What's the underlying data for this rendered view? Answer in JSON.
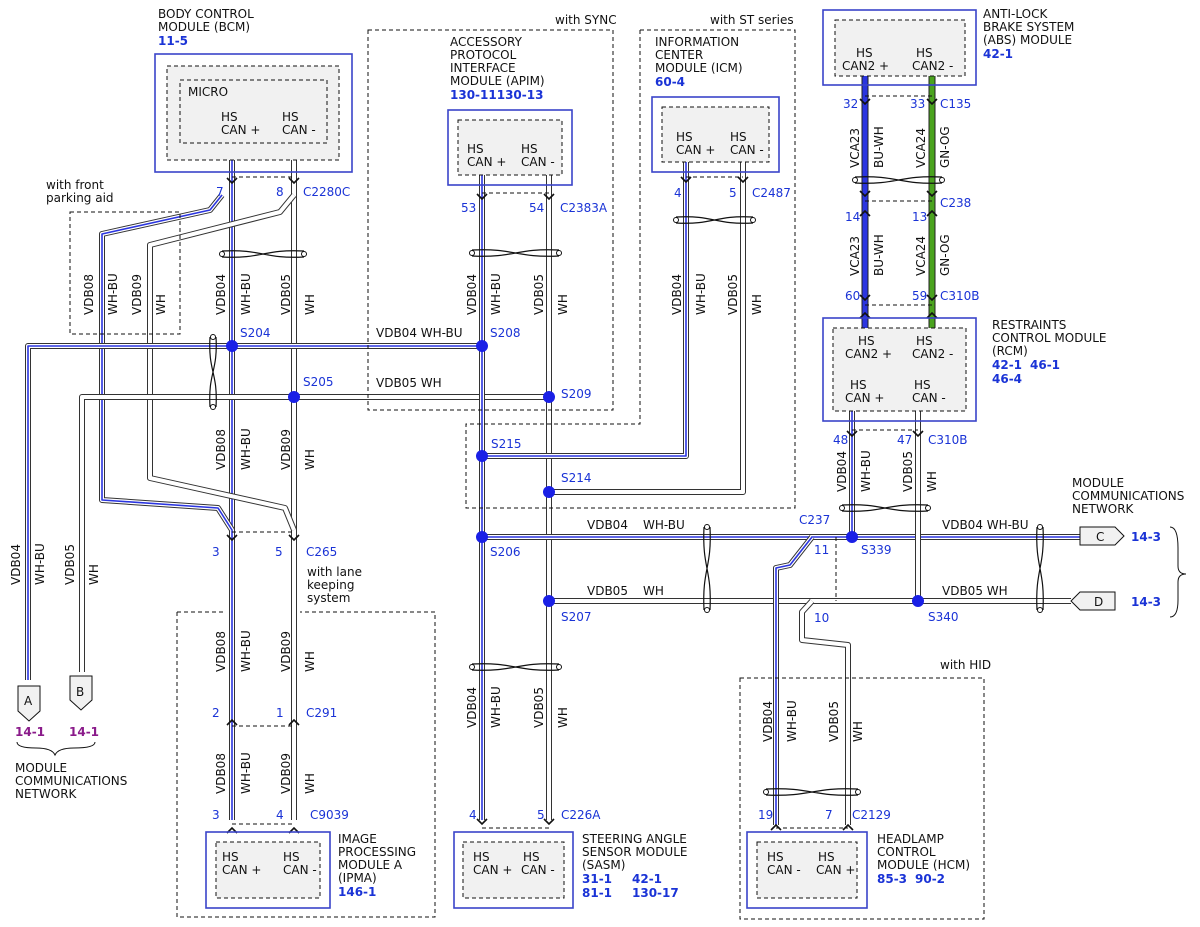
{
  "colors": {
    "wire_blue": "#2b35e0",
    "wire_green": "#4aa31e",
    "label_blue": "#1a33d6",
    "label_purple": "#8a1a8a"
  },
  "modules": {
    "bcm": {
      "title": [
        "BODY CONTROL",
        "MODULE (BCM)"
      ],
      "ref": "11-5",
      "micro": "MICRO",
      "hs_a": "HS",
      "can_a": "CAN +",
      "hs_b": "HS",
      "can_b": "CAN -"
    },
    "apim": {
      "title": [
        "ACCESSORY",
        "PROTOCOL",
        "INTERFACE",
        "MODULE (APIM)"
      ],
      "ref": "130-11130-13",
      "option": "with SYNC",
      "hs_a": "HS",
      "can_a": "CAN +",
      "hs_b": "HS",
      "can_b": "CAN -"
    },
    "icm": {
      "title": [
        "INFORMATION",
        "CENTER",
        "MODULE (ICM)"
      ],
      "ref": "60-4",
      "option": "with ST series",
      "hs_a": "HS",
      "can_a": "CAN +",
      "hs_b": "HS",
      "can_b": "CAN -"
    },
    "abs": {
      "title": [
        "ANTI-LOCK",
        "BRAKE SYSTEM",
        "(ABS) MODULE"
      ],
      "ref": "42-1",
      "hs_a": "HS",
      "can_a": "CAN2 +",
      "hs_b": "HS",
      "can_b": "CAN2 -"
    },
    "rcm": {
      "title": [
        "RESTRAINTS",
        "CONTROL MODULE",
        "(RCM)"
      ],
      "ref1": "42-1",
      "ref2": "46-1",
      "ref3": "46-4",
      "hs_a": "HS",
      "can_a": "CAN2 +",
      "hs_b": "HS",
      "can_b": "CAN2 -",
      "hs_c": "HS",
      "can_c": "CAN +",
      "hs_d": "HS",
      "can_d": "CAN -"
    },
    "ipma": {
      "title": [
        "IMAGE",
        "PROCESSING",
        "MODULE A",
        "(IPMA)"
      ],
      "ref": "146-1",
      "option": [
        "with lane",
        "keeping",
        "system"
      ],
      "hs_a": "HS",
      "can_a": "CAN +",
      "hs_b": "HS",
      "can_b": "CAN -"
    },
    "sasm": {
      "title": [
        "STEERING ANGLE",
        "SENSOR MODULE",
        "(SASM)"
      ],
      "ref1": "31-1",
      "ref2": "42-1",
      "ref3": "81-1",
      "ref4": "130-17",
      "hs_a": "HS",
      "can_a": "CAN +",
      "hs_b": "HS",
      "can_b": "CAN -"
    },
    "hcm": {
      "title": [
        "HEADLAMP",
        "CONTROL",
        "MODULE (HCM)"
      ],
      "ref1": "85-3",
      "ref2": "90-2",
      "option": "with HID",
      "hs_a": "HS",
      "can_a": "CAN -",
      "hs_b": "HS",
      "can_b": "CAN +"
    }
  },
  "front_parking_aid": {
    "label": [
      "with front",
      "parking aid"
    ]
  },
  "connectors": {
    "c2280c": "C2280C",
    "c2383a": "C2383A",
    "c2487": "C2487",
    "c135": "C135",
    "c238": "C238",
    "c310b_top": "C310B",
    "c310b_bot": "C310B",
    "c237": "C237",
    "c265": "C265",
    "c291": "C291",
    "c9039": "C9039",
    "c226a": "C226A",
    "c2129": "C2129"
  },
  "pins": {
    "bcm_7": "7",
    "bcm_8": "8",
    "apim_53": "53",
    "apim_54": "54",
    "icm_4": "4",
    "icm_5": "5",
    "abs_32": "32",
    "abs_33": "33",
    "c238_14": "14",
    "c238_13": "13",
    "rcm_60": "60",
    "rcm_59": "59",
    "rcm_48": "48",
    "rcm_47": "47",
    "c237_11": "11",
    "c237_10": "10",
    "c265_3": "3",
    "c265_5": "5",
    "c291_2": "2",
    "c291_1": "1",
    "c9039_3": "3",
    "c9039_4": "4",
    "c226a_4": "4",
    "c226a_5": "5",
    "c2129_19": "19",
    "c2129_7": "7"
  },
  "splices": {
    "s204": "S204",
    "s205": "S205",
    "s208": "S208",
    "s209": "S209",
    "s215": "S215",
    "s214": "S214",
    "s206": "S206",
    "s207": "S207",
    "s339": "S339",
    "s340": "S340"
  },
  "wires": {
    "vdb04": "VDB04",
    "vdb05": "VDB05",
    "vdb08": "VDB08",
    "vdb09": "VDB09",
    "vca23": "VCA23",
    "vca24": "VCA24",
    "wh_bu": "WH-BU",
    "wh": "WH",
    "bu_wh": "BU-WH",
    "gn_og": "GN-OG",
    "vdb04_wh_bu": "VDB04 WH-BU",
    "vdb05_wh": "VDB05 WH",
    "vdb04_sp": "VDB04",
    "wh_bu_sp": "WH-BU",
    "vdb05_sp": "VDB05",
    "wh_sp": "WH"
  },
  "network_right": {
    "label": [
      "MODULE",
      "COMMUNICATIONS",
      "NETWORK"
    ],
    "conn_c": "C",
    "conn_d": "D",
    "ref_c": "14-3",
    "ref_d": "14-3"
  },
  "network_left": {
    "label": [
      "MODULE",
      "COMMUNICATIONS",
      "NETWORK"
    ],
    "conn_a": "A",
    "conn_b": "B",
    "ref_a": "14-1",
    "ref_b": "14-1"
  }
}
